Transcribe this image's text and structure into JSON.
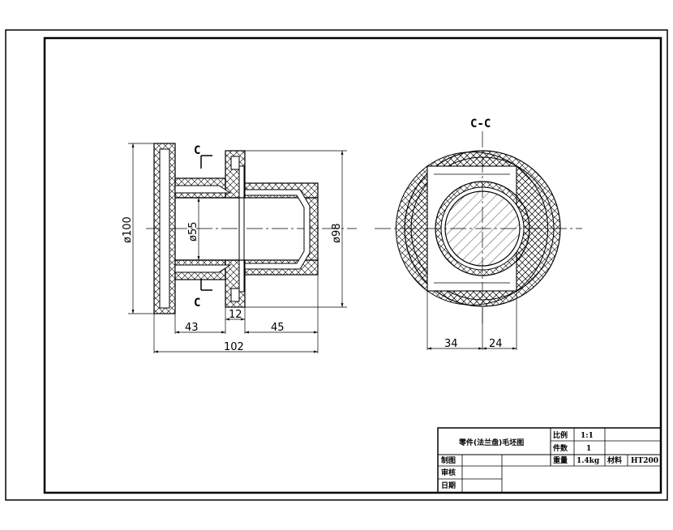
{
  "section_labels": {
    "left_top": "C",
    "left_bottom": "C",
    "view_title": "C-C"
  },
  "dimensions": {
    "d100": "ø100",
    "d55": "ø55",
    "d98": "ø98",
    "w12": "12",
    "w43": "43",
    "w45": "45",
    "w102": "102",
    "w34": "34",
    "w24": "24"
  },
  "title_block": {
    "title": "零件(法兰盘)毛坯图",
    "scale_label": "比例",
    "scale_value": "1:1",
    "count_label": "件数",
    "count_value": "1",
    "weight_label": "重量",
    "weight_value": "1.4kg",
    "material_label": "材料",
    "material_value": "HT200",
    "drawn_label": "制图",
    "checked_label": "审核",
    "date_label": "日期"
  },
  "colors": {
    "line": "#000000",
    "paper": "#ffffff"
  }
}
